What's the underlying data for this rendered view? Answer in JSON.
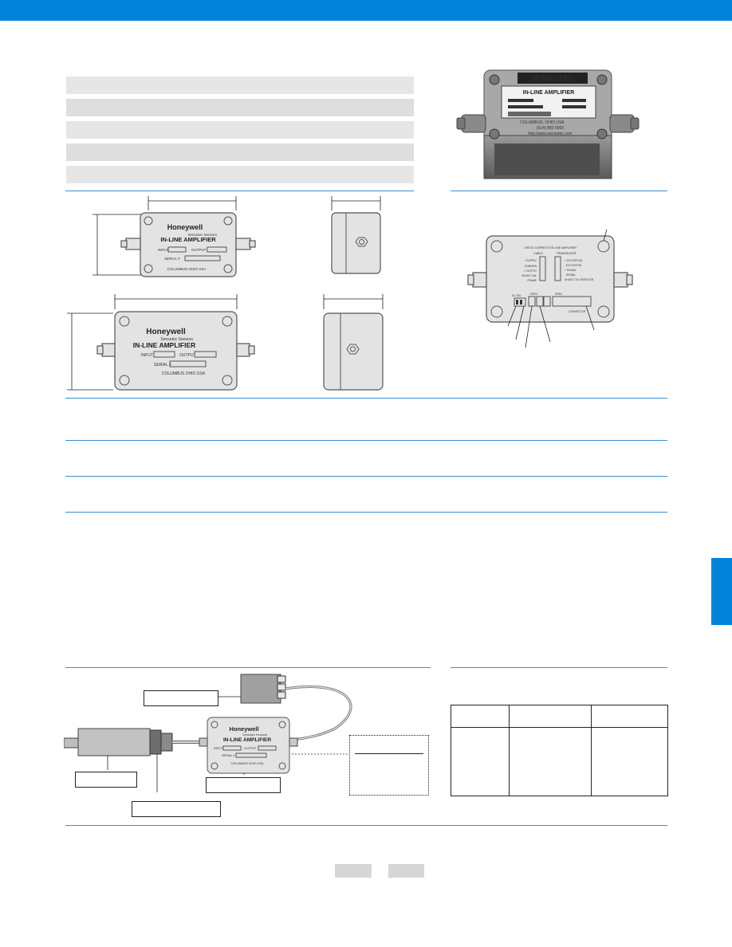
{
  "header": {
    "bar_color": "#0083d8"
  },
  "amplifier_label": {
    "brand": "Honeywell",
    "sub_brand": "Sensotec Sensors",
    "product": "IN-LINE AMPLIFIER",
    "input_label": "INPUT",
    "output_label": "OUTPUT",
    "serial_label": "SERIAL #",
    "location": "COLUMBUS OHIO USA"
  },
  "photo": {
    "brand": "SENSOTEC",
    "product": "IN-LINE AMPLIFIER",
    "location": "COLUMBUS, OHIO USA",
    "phone": "(614) 850-5000",
    "url": "http://www.sensotec.com"
  },
  "wiring": {
    "title": "CHECK CORRECTIVE LINE AMPLIFIER",
    "group_left": "CABLE",
    "group_right": "TRANSDUCER",
    "cable_pins": [
      "+ SUPPLY",
      "COMMON",
      "+ OUTPUT",
      "SHUNT CAL",
      "FRAME"
    ],
    "transducer_pins": [
      "+ EXCITATION",
      "- EXCITATION",
      "+ SIGNAL",
      "- SIGNAL",
      "SHUNT CAL RESISTOR"
    ],
    "switch_label": "DC SEL",
    "zero_label": "ZERO",
    "span_label": "SPAN",
    "connector_label": "CONNECTOR"
  },
  "colors": {
    "accent": "#0083d8",
    "rule": "#3a8fd0",
    "panel": "#e6e6e6"
  },
  "icons": [
    "sensor-icon",
    "amplifier-icon",
    "terminal-block-icon"
  ]
}
